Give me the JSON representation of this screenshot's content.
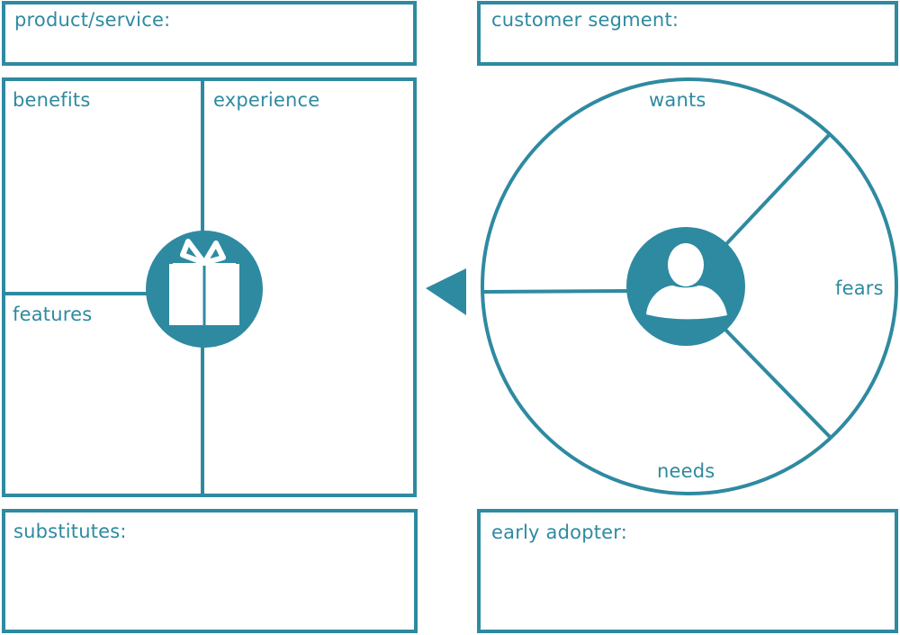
{
  "theme": {
    "accent": "#2e8aa1",
    "background": "#ffffff"
  },
  "product": {
    "title_label": "product/service:",
    "benefits_label": "benefits",
    "experience_label": "experience",
    "features_label": "features",
    "center_icon": "gift-icon"
  },
  "customer": {
    "title_label": "customer segment:",
    "wants_label": "wants",
    "fears_label": "fears",
    "needs_label": "needs",
    "center_icon": "user-icon"
  },
  "substitutes": {
    "label": "substitutes:"
  },
  "early_adopter": {
    "label": "early adopter:"
  },
  "connector": {
    "icon": "arrow-left-icon"
  }
}
